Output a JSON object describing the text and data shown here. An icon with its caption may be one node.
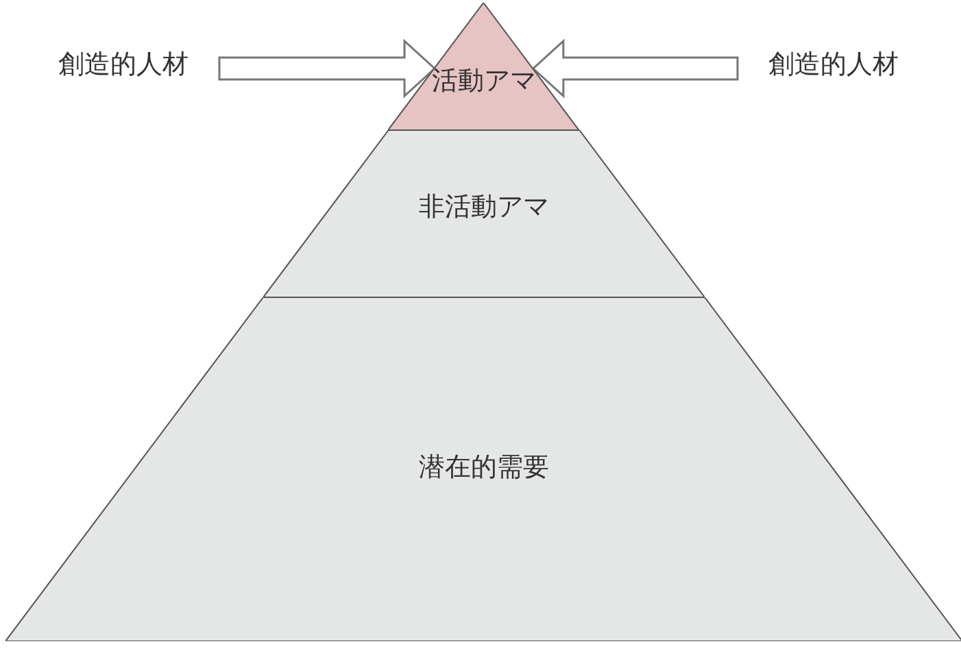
{
  "diagram": {
    "nodes": [
      {
        "text": [
          "創造的人材"
        ]
      },
      {
        "text": [
          "創造的人材"
        ]
      },
      {
        "text": [
          "活動アマ"
        ]
      },
      {
        "text": [
          "非活動アマ"
        ]
      },
      {
        "text": [
          "潜在的需要"
        ]
      }
    ],
    "edges": [
      {
        "from": 0,
        "to": 2,
        "arrow": "to"
      },
      {
        "from": 1,
        "to": 2,
        "arrow": "to"
      }
    ]
  }
}
